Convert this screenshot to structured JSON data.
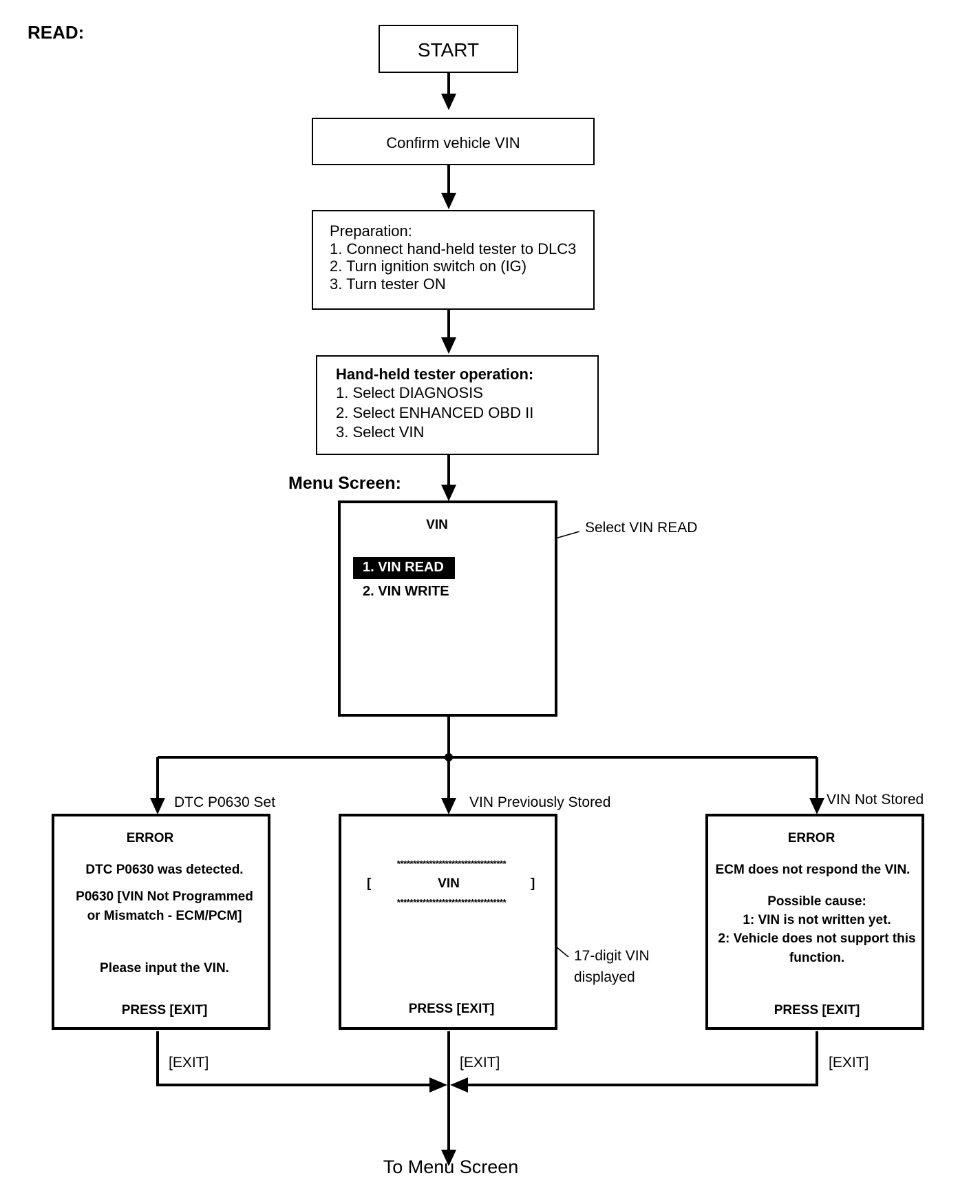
{
  "heading": "READ:",
  "start": "START",
  "confirm": "Confirm vehicle VIN",
  "preparation": {
    "title": "Preparation:",
    "steps": [
      "1. Connect hand-held tester to DLC3",
      "2. Turn ignition switch on (IG)",
      "3. Turn tester ON"
    ]
  },
  "operation": {
    "title": "Hand-held tester operation:",
    "steps": [
      "1. Select DIAGNOSIS",
      "2. Select ENHANCED OBD II",
      "3. Select VIN"
    ]
  },
  "menu": {
    "label": "Menu Screen:",
    "title": "VIN",
    "items": [
      "1. VIN READ",
      "2. VIN WRITE"
    ],
    "callout": "Select VIN READ"
  },
  "branches": {
    "left_label": "DTC P0630 Set",
    "middle_label": "VIN Previously Stored",
    "right_label": "VIN Not Stored"
  },
  "left_box": {
    "title": "ERROR",
    "line1": "DTC P0630 was detected.",
    "line2": "P0630  [VIN Not Programmed",
    "line3": "or Mismatch - ECM/PCM]",
    "line4": "Please input the VIN.",
    "press": "PRESS [EXIT]"
  },
  "middle_box": {
    "stars": "**********************************",
    "bracket_open": "[",
    "vin": "VIN",
    "bracket_close": "]",
    "press": "PRESS [EXIT]",
    "callout_line1": "17-digit VIN",
    "callout_line2": "displayed"
  },
  "right_box": {
    "title": "ERROR",
    "line1": "ECM does not respond the VIN.",
    "line2": "Possible cause:",
    "line3": "1: VIN is not written yet.",
    "line4": "2: Vehicle does not support this",
    "line5": "function.",
    "press": "PRESS [EXIT]"
  },
  "exit_label": "[EXIT]",
  "footer": "To Menu Screen"
}
